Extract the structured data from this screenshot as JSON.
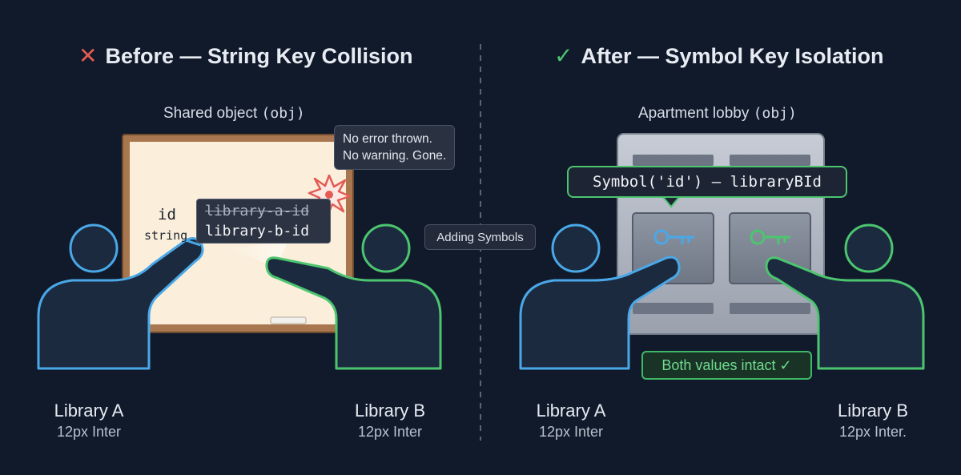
{
  "before": {
    "title": "Before — String Key Collision",
    "status_icon": "x-mark",
    "status_color": "#e35b52",
    "caption": "Shared object",
    "caption_code": "(obj)",
    "board": {
      "key_label": "id",
      "type_label": "string",
      "old_value": "library-a-id",
      "new_value": "library-b-id"
    },
    "tooltip_line1": "No error thrown.",
    "tooltip_line2": "No warning. Gone.",
    "library_a": {
      "name": "Library A",
      "font": "12px Inter"
    },
    "library_b": {
      "name": "Library B",
      "font": "12px Inter"
    }
  },
  "transition_label": "Adding Symbols",
  "after": {
    "title": "After — Symbol Key Isolation",
    "status_icon": "check-mark",
    "status_color": "#4cc56f",
    "caption": "Apartment lobby",
    "caption_code": "(obj)",
    "symbol_label": "Symbol('id') — libraryBId",
    "result_label": "Both values intact ✓",
    "library_a": {
      "name": "Library A",
      "font": "12px Inter"
    },
    "library_b": {
      "name": "Library B",
      "font": "12px Inter."
    }
  },
  "colors": {
    "background": "#111a2b",
    "library_a": "#4aa8e8",
    "library_b": "#4cc56f",
    "collision": "#e35b52"
  }
}
